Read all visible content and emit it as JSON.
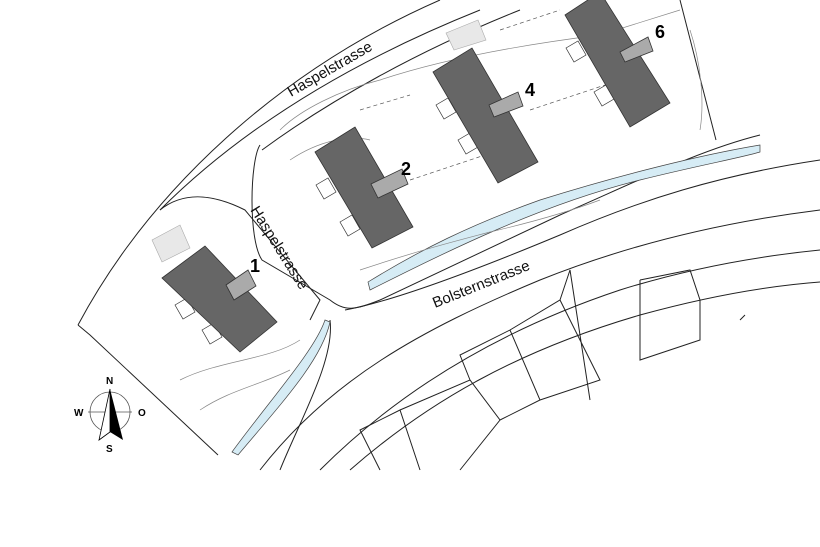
{
  "streets": {
    "haspelstrasse_north": "Haspelstrasse",
    "haspelstrasse_west": "Haspelstrasse",
    "bolsternstrasse": "Bolsternstrasse"
  },
  "buildings": [
    {
      "number": "1"
    },
    {
      "number": "2"
    },
    {
      "number": "4"
    },
    {
      "number": "6"
    }
  ],
  "compass": {
    "north": "N",
    "south": "S",
    "west": "W",
    "east": "O"
  },
  "colors": {
    "building": "#666666",
    "connector": "#aaaaaa",
    "water": "#d6ecf5"
  }
}
